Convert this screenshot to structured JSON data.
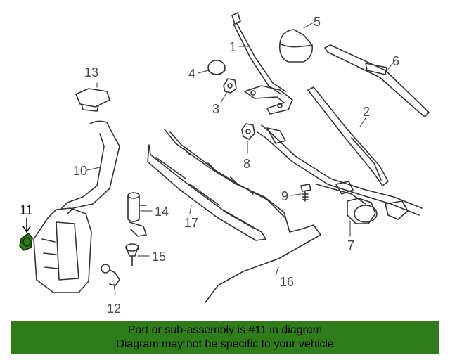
{
  "callouts": {
    "c1": "1",
    "c2": "2",
    "c3": "3",
    "c4": "4",
    "c5": "5",
    "c6": "6",
    "c7": "7",
    "c8": "8",
    "c9": "9",
    "c10": "10",
    "c11": "11",
    "c12": "12",
    "c13": "13",
    "c14": "14",
    "c15": "15",
    "c16": "16",
    "c17": "17"
  },
  "highlight": {
    "part": "11",
    "color": "#2e7d1a"
  },
  "banner": {
    "line1": "Part or sub-assembly is #11 in diagram",
    "line2": "Diagram may not be specific to your vehicle"
  }
}
